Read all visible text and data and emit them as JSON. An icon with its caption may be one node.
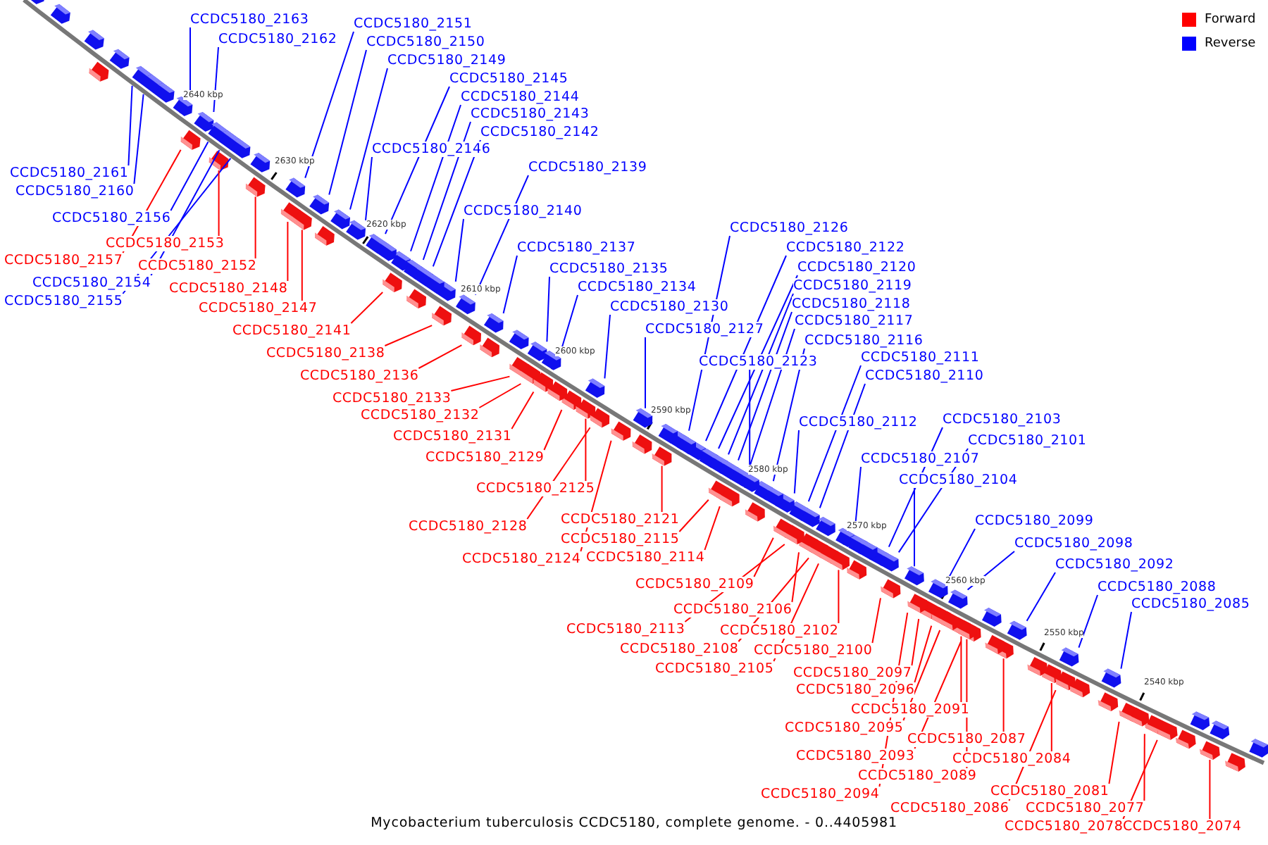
{
  "diagram": {
    "caption": "Mycobacterium tuberculosis CCDC5180, complete genome. - 0..4405981",
    "nodes": [
      {
        "text": [
          "CCDC5180_2163"
        ]
      },
      {
        "text": [
          "CCDC5180_2162"
        ]
      },
      {
        "text": [
          "CCDC5180_2151"
        ]
      },
      {
        "text": [
          "CCDC5180_2150"
        ]
      },
      {
        "text": [
          "CCDC5180_2149"
        ]
      },
      {
        "text": [
          "CCDC5180_2145"
        ]
      },
      {
        "text": [
          "CCDC5180_2144"
        ]
      },
      {
        "text": [
          "CCDC5180_2143"
        ]
      },
      {
        "text": [
          "CCDC5180_2142"
        ]
      },
      {
        "text": [
          "CCDC5180_2146"
        ]
      },
      {
        "text": [
          "CCDC5180_2139"
        ]
      },
      {
        "text": [
          "CCDC5180_2140"
        ]
      },
      {
        "text": [
          "CCDC5180_2137"
        ]
      },
      {
        "text": [
          "CCDC5180_2135"
        ]
      },
      {
        "text": [
          "CCDC5180_2134"
        ]
      },
      {
        "text": [
          "CCDC5180_2130"
        ]
      },
      {
        "text": [
          "CCDC5180_2127"
        ]
      },
      {
        "text": [
          "CCDC5180_2126"
        ]
      },
      {
        "text": [
          "CCDC5180_2122"
        ]
      },
      {
        "text": [
          "CCDC5180_2120"
        ]
      },
      {
        "text": [
          "CCDC5180_2119"
        ]
      },
      {
        "text": [
          "CCDC5180_2118"
        ]
      },
      {
        "text": [
          "CCDC5180_2117"
        ]
      },
      {
        "text": [
          "CCDC5180_2116"
        ]
      },
      {
        "text": [
          "CCDC5180_2123"
        ]
      },
      {
        "text": [
          "CCDC5180_2111"
        ]
      },
      {
        "text": [
          "CCDC5180_2110"
        ]
      },
      {
        "text": [
          "CCDC5180_2112"
        ]
      },
      {
        "text": [
          "CCDC5180_2103"
        ]
      },
      {
        "text": [
          "CCDC5180_2101"
        ]
      },
      {
        "text": [
          "CCDC5180_2107"
        ]
      },
      {
        "text": [
          "CCDC5180_2104"
        ]
      },
      {
        "text": [
          "CCDC5180_2099"
        ]
      },
      {
        "text": [
          "CCDC5180_2098"
        ]
      },
      {
        "text": [
          "CCDC5180_2092"
        ]
      },
      {
        "text": [
          "CCDC5180_2088"
        ]
      },
      {
        "text": [
          "CCDC5180_2085"
        ]
      },
      {
        "text": [
          "CCDC5180_2161"
        ]
      },
      {
        "text": [
          "CCDC5180_2160"
        ]
      },
      {
        "text": [
          "CCDC5180_2156"
        ]
      },
      {
        "text": [
          "CCDC5180_2154"
        ]
      },
      {
        "text": [
          "CCDC5180_2155"
        ]
      },
      {
        "text": [
          "CCDC5180_2157"
        ]
      },
      {
        "text": [
          "CCDC5180_2153"
        ]
      },
      {
        "text": [
          "CCDC5180_2152"
        ]
      },
      {
        "text": [
          "CCDC5180_2148"
        ]
      },
      {
        "text": [
          "CCDC5180_2147"
        ]
      },
      {
        "text": [
          "CCDC5180_2141"
        ]
      },
      {
        "text": [
          "CCDC5180_2138"
        ]
      },
      {
        "text": [
          "CCDC5180_2136"
        ]
      },
      {
        "text": [
          "CCDC5180_2133"
        ]
      },
      {
        "text": [
          "CCDC5180_2132"
        ]
      },
      {
        "text": [
          "CCDC5180_2131"
        ]
      },
      {
        "text": [
          "CCDC5180_2129"
        ]
      },
      {
        "text": [
          "CCDC5180_2125"
        ]
      },
      {
        "text": [
          "CCDC5180_2128"
        ]
      },
      {
        "text": [
          "CCDC5180_2121"
        ]
      },
      {
        "text": [
          "CCDC5180_2115"
        ]
      },
      {
        "text": [
          "CCDC5180_2124"
        ]
      },
      {
        "text": [
          "CCDC5180_2114"
        ]
      },
      {
        "text": [
          "CCDC5180_2109"
        ]
      },
      {
        "text": [
          "CCDC5180_2106"
        ]
      },
      {
        "text": [
          "CCDC5180_2113"
        ]
      },
      {
        "text": [
          "CCDC5180_2108"
        ]
      },
      {
        "text": [
          "CCDC5180_2105"
        ]
      },
      {
        "text": [
          "CCDC5180_2102"
        ]
      },
      {
        "text": [
          "CCDC5180_2100"
        ]
      },
      {
        "text": [
          "CCDC5180_2097"
        ]
      },
      {
        "text": [
          "CCDC5180_2096"
        ]
      },
      {
        "text": [
          "CCDC5180_2091"
        ]
      },
      {
        "text": [
          "CCDC5180_2095"
        ]
      },
      {
        "text": [
          "CCDC5180_2087"
        ]
      },
      {
        "text": [
          "CCDC5180_2093"
        ]
      },
      {
        "text": [
          "CCDC5180_2084"
        ]
      },
      {
        "text": [
          "CCDC5180_2089"
        ]
      },
      {
        "text": [
          "CCDC5180_2094"
        ]
      },
      {
        "text": [
          "CCDC5180_2086"
        ]
      },
      {
        "text": [
          "CCDC5180_2081"
        ]
      },
      {
        "text": [
          "CCDC5180_2077"
        ]
      },
      {
        "text": [
          "CCDC5180_2078"
        ]
      },
      {
        "text": [
          "CCDC5180_2074"
        ]
      },
      {
        "text": [],
        "shape": "box"
      },
      {
        "text": [],
        "shape": "box"
      },
      {
        "text": [],
        "shape": "box"
      },
      {
        "text": [],
        "shape": "box"
      },
      {
        "text": [],
        "shape": "box"
      },
      {
        "text": [],
        "shape": "box"
      },
      {
        "text": [],
        "shape": "box"
      },
      {
        "text": [],
        "shape": "box"
      },
      {
        "text": [],
        "shape": "box"
      },
      {
        "text": [],
        "shape": "box"
      },
      {
        "text": [],
        "shape": "box"
      },
      {
        "text": [],
        "shape": "box"
      },
      {
        "text": [],
        "shape": "box"
      },
      {
        "text": [],
        "shape": "box"
      },
      {
        "text": [],
        "shape": "box"
      },
      {
        "text": [],
        "shape": "box"
      },
      {
        "text": [],
        "shape": "box"
      },
      {
        "text": [],
        "shape": "box"
      },
      {
        "text": [],
        "shape": "box"
      },
      {
        "text": [],
        "shape": "box"
      },
      {
        "text": [],
        "shape": "box"
      },
      {
        "text": [],
        "shape": "box"
      },
      {
        "text": [],
        "shape": "box"
      },
      {
        "text": [],
        "shape": "box"
      },
      {
        "text": [],
        "shape": "box"
      },
      {
        "text": [],
        "shape": "box"
      },
      {
        "text": [],
        "shape": "box"
      },
      {
        "text": [],
        "shape": "box"
      },
      {
        "text": [],
        "shape": "box"
      },
      {
        "text": [],
        "shape": "box"
      },
      {
        "text": [],
        "shape": "box"
      },
      {
        "text": [],
        "shape": "box"
      },
      {
        "text": [],
        "shape": "box"
      },
      {
        "text": [],
        "shape": "box"
      },
      {
        "text": [],
        "shape": "box"
      },
      {
        "text": [],
        "shape": "box"
      },
      {
        "text": [],
        "shape": "box"
      },
      {
        "text": [],
        "shape": "box"
      },
      {
        "text": [],
        "shape": "box"
      },
      {
        "text": [],
        "shape": "box"
      },
      {
        "text": [],
        "shape": "box"
      },
      {
        "text": [],
        "shape": "box"
      },
      {
        "text": [],
        "shape": "box"
      },
      {
        "text": [],
        "shape": "box"
      },
      {
        "text": [],
        "shape": "box"
      },
      {
        "text": [],
        "shape": "box"
      },
      {
        "text": [],
        "shape": "box"
      },
      {
        "text": [],
        "shape": "box"
      },
      {
        "text": [],
        "shape": "box"
      },
      {
        "text": [],
        "shape": "box"
      },
      {
        "text": [],
        "shape": "box"
      },
      {
        "text": [],
        "shape": "box"
      },
      {
        "text": [],
        "shape": "box"
      },
      {
        "text": [],
        "shape": "box"
      },
      {
        "text": [],
        "shape": "box"
      },
      {
        "text": [],
        "shape": "box"
      },
      {
        "text": [],
        "shape": "box"
      },
      {
        "text": [],
        "shape": "box"
      },
      {
        "text": [],
        "shape": "box"
      },
      {
        "text": [],
        "shape": "box"
      },
      {
        "text": [],
        "shape": "box"
      },
      {
        "text": [],
        "shape": "box"
      },
      {
        "text": [],
        "shape": "box"
      },
      {
        "text": [],
        "shape": "box"
      },
      {
        "text": [],
        "shape": "box"
      },
      {
        "text": [],
        "shape": "box"
      },
      {
        "text": [],
        "shape": "box"
      },
      {
        "text": [],
        "shape": "box"
      },
      {
        "text": [],
        "shape": "box"
      },
      {
        "text": [],
        "shape": "box"
      },
      {
        "text": [],
        "shape": "box"
      },
      {
        "text": [],
        "shape": "box"
      },
      {
        "text": [],
        "shape": "box"
      },
      {
        "text": [],
        "shape": "box"
      },
      {
        "text": [],
        "shape": "box"
      },
      {
        "text": [],
        "shape": "box"
      },
      {
        "text": [],
        "shape": "box"
      },
      {
        "text": [],
        "shape": "box"
      },
      {
        "text": [],
        "shape": "box"
      },
      {
        "text": [],
        "shape": "box"
      },
      {
        "text": [],
        "shape": "box"
      },
      {
        "text": [],
        "shape": "box"
      },
      {
        "text": [],
        "shape": "box"
      },
      {
        "text": [],
        "shape": "box"
      },
      {
        "text": [],
        "shape": "box"
      },
      {
        "text": [],
        "shape": "box"
      },
      {
        "text": [],
        "shape": "box"
      },
      {
        "text": [],
        "shape": "box"
      },
      {
        "text": [],
        "shape": "box"
      },
      {
        "text": [],
        "shape": "box"
      },
      {
        "text": [],
        "shape": "box"
      },
      {
        "text": [],
        "shape": "box"
      },
      {
        "text": [],
        "shape": "box"
      },
      {
        "text": [],
        "shape": "box"
      },
      {
        "text": [],
        "shape": "box"
      },
      {
        "text": [],
        "shape": "box"
      },
      {
        "text": [],
        "shape": "box"
      },
      {
        "text": [],
        "shape": "box"
      },
      {
        "text": [],
        "shape": "box"
      },
      {
        "text": [],
        "shape": "box"
      },
      {
        "text": [],
        "shape": "box"
      },
      {
        "text": [],
        "shape": "box"
      },
      {
        "text": [],
        "shape": "box"
      },
      {
        "text": [],
        "shape": "box"
      },
      {
        "text": [],
        "shape": "box"
      },
      {
        "text": [],
        "shape": "box"
      },
      {
        "text": [],
        "shape": "box"
      },
      {
        "text": [],
        "shape": "box"
      },
      {
        "text": [],
        "shape": "box"
      },
      {
        "text": [],
        "shape": "box"
      },
      {
        "text": [],
        "shape": "box"
      },
      {
        "text": [],
        "shape": "box"
      },
      {
        "text": [],
        "shape": "box"
      },
      {
        "text": [],
        "shape": "box"
      },
      {
        "text": [],
        "shape": "box"
      }
    ],
    "edges": [
      {
        "from": 0,
        "to": 81,
        "arrow": "none",
        "color": "#0000ff"
      },
      {
        "from": 1,
        "to": 82,
        "arrow": "none",
        "color": "#0000ff"
      },
      {
        "from": 2,
        "to": 83,
        "arrow": "none",
        "color": "#0000ff"
      },
      {
        "from": 3,
        "to": 84,
        "arrow": "none",
        "color": "#0000ff"
      },
      {
        "from": 4,
        "to": 85,
        "arrow": "none",
        "color": "#0000ff"
      },
      {
        "from": 5,
        "to": 86,
        "arrow": "none",
        "color": "#0000ff"
      },
      {
        "from": 6,
        "to": 87,
        "arrow": "none",
        "color": "#0000ff"
      },
      {
        "from": 7,
        "to": 88,
        "arrow": "none",
        "color": "#0000ff"
      },
      {
        "from": 8,
        "to": 89,
        "arrow": "none",
        "color": "#0000ff"
      },
      {
        "from": 9,
        "to": 90,
        "arrow": "none",
        "color": "#0000ff"
      },
      {
        "from": 10,
        "to": 91,
        "arrow": "none",
        "color": "#0000ff"
      },
      {
        "from": 11,
        "to": 92,
        "arrow": "none",
        "color": "#0000ff"
      },
      {
        "from": 12,
        "to": 93,
        "arrow": "none",
        "color": "#0000ff"
      },
      {
        "from": 13,
        "to": 94,
        "arrow": "none",
        "color": "#0000ff"
      },
      {
        "from": 14,
        "to": 95,
        "arrow": "none",
        "color": "#0000ff"
      },
      {
        "from": 15,
        "to": 96,
        "arrow": "none",
        "color": "#0000ff"
      },
      {
        "from": 16,
        "to": 97,
        "arrow": "none",
        "color": "#0000ff"
      },
      {
        "from": 17,
        "to": 98,
        "arrow": "none",
        "color": "#0000ff"
      },
      {
        "from": 18,
        "to": 99,
        "arrow": "none",
        "color": "#0000ff"
      },
      {
        "from": 19,
        "to": 100,
        "arrow": "none",
        "color": "#0000ff"
      },
      {
        "from": 20,
        "to": 101,
        "arrow": "none",
        "color": "#0000ff"
      },
      {
        "from": 21,
        "to": 102,
        "arrow": "none",
        "color": "#0000ff"
      },
      {
        "from": 22,
        "to": 103,
        "arrow": "none",
        "color": "#0000ff"
      },
      {
        "from": 23,
        "to": 104,
        "arrow": "none",
        "color": "#0000ff"
      },
      {
        "from": 24,
        "to": 105,
        "arrow": "none",
        "color": "#0000ff"
      },
      {
        "from": 25,
        "to": 106,
        "arrow": "none",
        "color": "#0000ff"
      },
      {
        "from": 26,
        "to": 107,
        "arrow": "none",
        "color": "#0000ff"
      },
      {
        "from": 27,
        "to": 108,
        "arrow": "none",
        "color": "#0000ff"
      },
      {
        "from": 28,
        "to": 109,
        "arrow": "none",
        "color": "#0000ff"
      },
      {
        "from": 29,
        "to": 110,
        "arrow": "none",
        "color": "#0000ff"
      },
      {
        "from": 30,
        "to": 111,
        "arrow": "none",
        "color": "#0000ff"
      },
      {
        "from": 31,
        "to": 112,
        "arrow": "none",
        "color": "#0000ff"
      },
      {
        "from": 32,
        "to": 113,
        "arrow": "none",
        "color": "#0000ff"
      },
      {
        "from": 33,
        "to": 114,
        "arrow": "none",
        "color": "#0000ff"
      },
      {
        "from": 34,
        "to": 115,
        "arrow": "none",
        "color": "#0000ff"
      },
      {
        "from": 35,
        "to": 116,
        "arrow": "none",
        "color": "#0000ff"
      },
      {
        "from": 36,
        "to": 117,
        "arrow": "none",
        "color": "#0000ff"
      },
      {
        "from": 37,
        "to": 118,
        "arrow": "none",
        "color": "#0000ff"
      },
      {
        "from": 38,
        "to": 119,
        "arrow": "none",
        "color": "#0000ff"
      },
      {
        "from": 39,
        "to": 120,
        "arrow": "none",
        "color": "#0000ff"
      },
      {
        "from": 40,
        "to": 121,
        "arrow": "none",
        "color": "#0000ff"
      },
      {
        "from": 41,
        "to": 122,
        "arrow": "none",
        "color": "#0000ff"
      },
      {
        "from": 42,
        "to": 123,
        "arrow": "none",
        "color": "#ff0000"
      },
      {
        "from": 43,
        "to": 124,
        "arrow": "none",
        "color": "#ff0000"
      },
      {
        "from": 44,
        "to": 125,
        "arrow": "none",
        "color": "#ff0000"
      },
      {
        "from": 45,
        "to": 126,
        "arrow": "none",
        "color": "#ff0000"
      },
      {
        "from": 46,
        "to": 127,
        "arrow": "none",
        "color": "#ff0000"
      },
      {
        "from": 47,
        "to": 128,
        "arrow": "none",
        "color": "#ff0000"
      },
      {
        "from": 48,
        "to": 129,
        "arrow": "none",
        "color": "#ff0000"
      },
      {
        "from": 49,
        "to": 130,
        "arrow": "none",
        "color": "#ff0000"
      },
      {
        "from": 50,
        "to": 131,
        "arrow": "none",
        "color": "#ff0000"
      },
      {
        "from": 51,
        "to": 132,
        "arrow": "none",
        "color": "#ff0000"
      },
      {
        "from": 52,
        "to": 133,
        "arrow": "none",
        "color": "#ff0000"
      },
      {
        "from": 53,
        "to": 134,
        "arrow": "none",
        "color": "#ff0000"
      },
      {
        "from": 54,
        "to": 135,
        "arrow": "none",
        "color": "#ff0000"
      },
      {
        "from": 55,
        "to": 136,
        "arrow": "none",
        "color": "#ff0000"
      },
      {
        "from": 56,
        "to": 137,
        "arrow": "none",
        "color": "#ff0000"
      },
      {
        "from": 57,
        "to": 138,
        "arrow": "none",
        "color": "#ff0000"
      },
      {
        "from": 58,
        "to": 139,
        "arrow": "none",
        "color": "#ff0000"
      },
      {
        "from": 59,
        "to": 140,
        "arrow": "none",
        "color": "#ff0000"
      },
      {
        "from": 60,
        "to": 141,
        "arrow": "none",
        "color": "#ff0000"
      },
      {
        "from": 61,
        "to": 142,
        "arrow": "none",
        "color": "#ff0000"
      },
      {
        "from": 62,
        "to": 143,
        "arrow": "none",
        "color": "#ff0000"
      },
      {
        "from": 63,
        "to": 144,
        "arrow": "none",
        "color": "#ff0000"
      },
      {
        "from": 64,
        "to": 145,
        "arrow": "none",
        "color": "#ff0000"
      },
      {
        "from": 65,
        "to": 146,
        "arrow": "none",
        "color": "#ff0000"
      },
      {
        "from": 66,
        "to": 147,
        "arrow": "none",
        "color": "#ff0000"
      },
      {
        "from": 67,
        "to": 148,
        "arrow": "none",
        "color": "#ff0000"
      },
      {
        "from": 68,
        "to": 149,
        "arrow": "none",
        "color": "#ff0000"
      },
      {
        "from": 69,
        "to": 150,
        "arrow": "none",
        "color": "#ff0000"
      },
      {
        "from": 70,
        "to": 151,
        "arrow": "none",
        "color": "#ff0000"
      },
      {
        "from": 71,
        "to": 152,
        "arrow": "none",
        "color": "#ff0000"
      },
      {
        "from": 72,
        "to": 153,
        "arrow": "none",
        "color": "#ff0000"
      },
      {
        "from": 73,
        "to": 154,
        "arrow": "none",
        "color": "#ff0000"
      },
      {
        "from": 74,
        "to": 155,
        "arrow": "none",
        "color": "#ff0000"
      },
      {
        "from": 75,
        "to": 156,
        "arrow": "none",
        "color": "#ff0000"
      },
      {
        "from": 76,
        "to": 157,
        "arrow": "none",
        "color": "#ff0000"
      },
      {
        "from": 77,
        "to": 158,
        "arrow": "none",
        "color": "#ff0000"
      },
      {
        "from": 78,
        "to": 159,
        "arrow": "none",
        "color": "#ff0000"
      },
      {
        "from": 79,
        "to": 160,
        "arrow": "none",
        "color": "#ff0000"
      },
      {
        "from": 80,
        "to": 161,
        "arrow": "none",
        "color": "#ff0000"
      }
    ],
    "labels": [
      "2640 kbp",
      "2630 kbp",
      "2620 kbp",
      "2610 kbp",
      "2600 kbp",
      "2590 kbp",
      "2580 kbp",
      "2570 kbp",
      "2560 kbp",
      "2550 kbp",
      "2540 kbp"
    ],
    "legend": [
      {
        "text": "Forward",
        "color": "#ff0000"
      },
      {
        "text": "Reverse",
        "color": "#0000ff"
      }
    ]
  }
}
